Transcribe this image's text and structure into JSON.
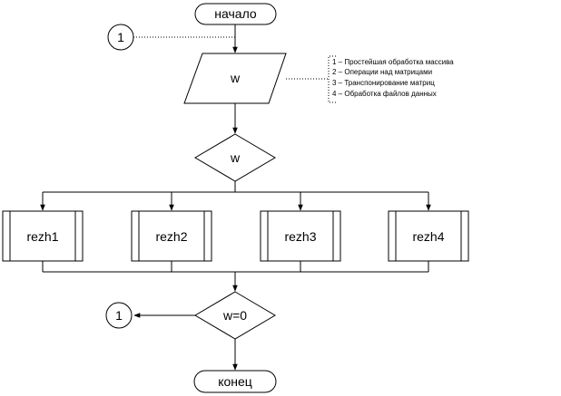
{
  "start": {
    "label": "начало"
  },
  "connector_top": {
    "label": "1"
  },
  "input": {
    "label": "w"
  },
  "note": {
    "lines": [
      "1 – Простейшая обработка массива",
      "2 – Операции над матрицами",
      "3 – Транспонирование матриц",
      "4 – Обработка файлов данных"
    ]
  },
  "decision_mode": {
    "label": "w"
  },
  "processes": [
    {
      "label": "rezh1"
    },
    {
      "label": "rezh2"
    },
    {
      "label": "rezh3"
    },
    {
      "label": "rezh4"
    }
  ],
  "decision_exit": {
    "label": "w=0"
  },
  "connector_bottom": {
    "label": "1"
  },
  "end": {
    "label": "конец"
  }
}
